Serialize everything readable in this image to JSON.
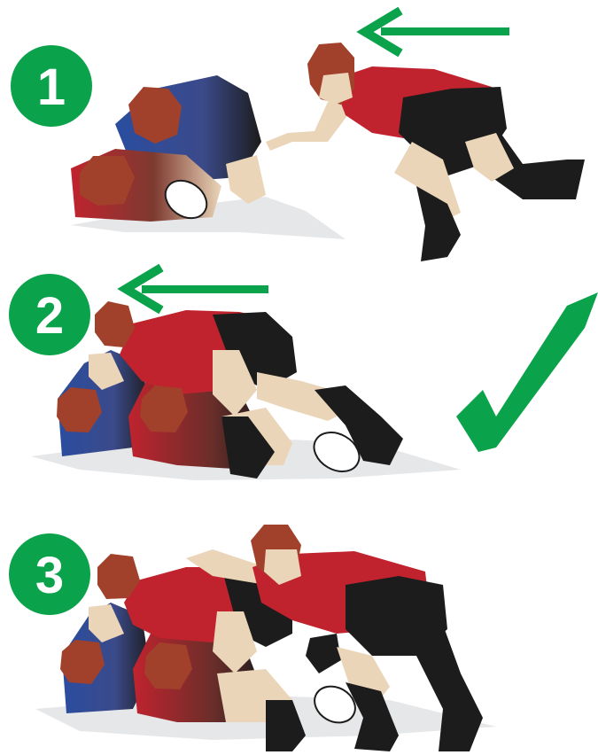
{
  "colors": {
    "badge": "#0aa24a",
    "arrow": "#0aa24a",
    "check": "#0aa24a",
    "red_jersey": "#c0232e",
    "blue_jersey": "#2a4da0",
    "black_shorts": "#1c1c1c",
    "skin": "#ead5b9",
    "hair": "#a2412b",
    "ground": "#e6e7e9"
  },
  "steps": [
    {
      "label": "1",
      "arrow_icon": "arrow-left-icon",
      "mark": ""
    },
    {
      "label": "2",
      "arrow_icon": "arrow-left-icon",
      "mark": "checkmark-icon"
    },
    {
      "label": "3",
      "arrow_icon": "",
      "mark": ""
    }
  ]
}
